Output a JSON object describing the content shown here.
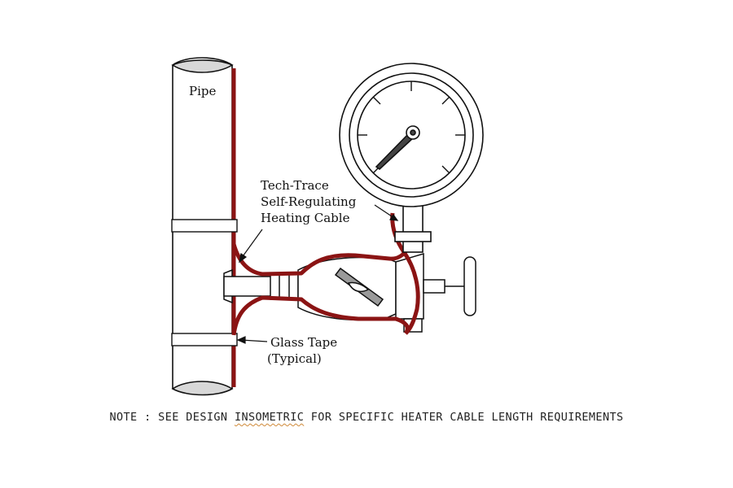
{
  "labels": {
    "pipe": "Pipe",
    "cable_line1": "Tech-Trace",
    "cable_line2": "Self-Regulating",
    "cable_line3": "Heating Cable",
    "tape_line1": "Glass Tape",
    "tape_line2": "(Typical)"
  },
  "note": {
    "prefix": "NOTE : SEE DESIGN ",
    "misspelled_word": "INSOMETRIC",
    "suffix": " FOR SPECIFIC HEATER CABLE LENGTH REQUIREMENTS"
  },
  "colors": {
    "heating_cable": "#8b1414",
    "line": "#111111",
    "background": "#ffffff",
    "spellcheck_underline": "#d08a3a"
  }
}
